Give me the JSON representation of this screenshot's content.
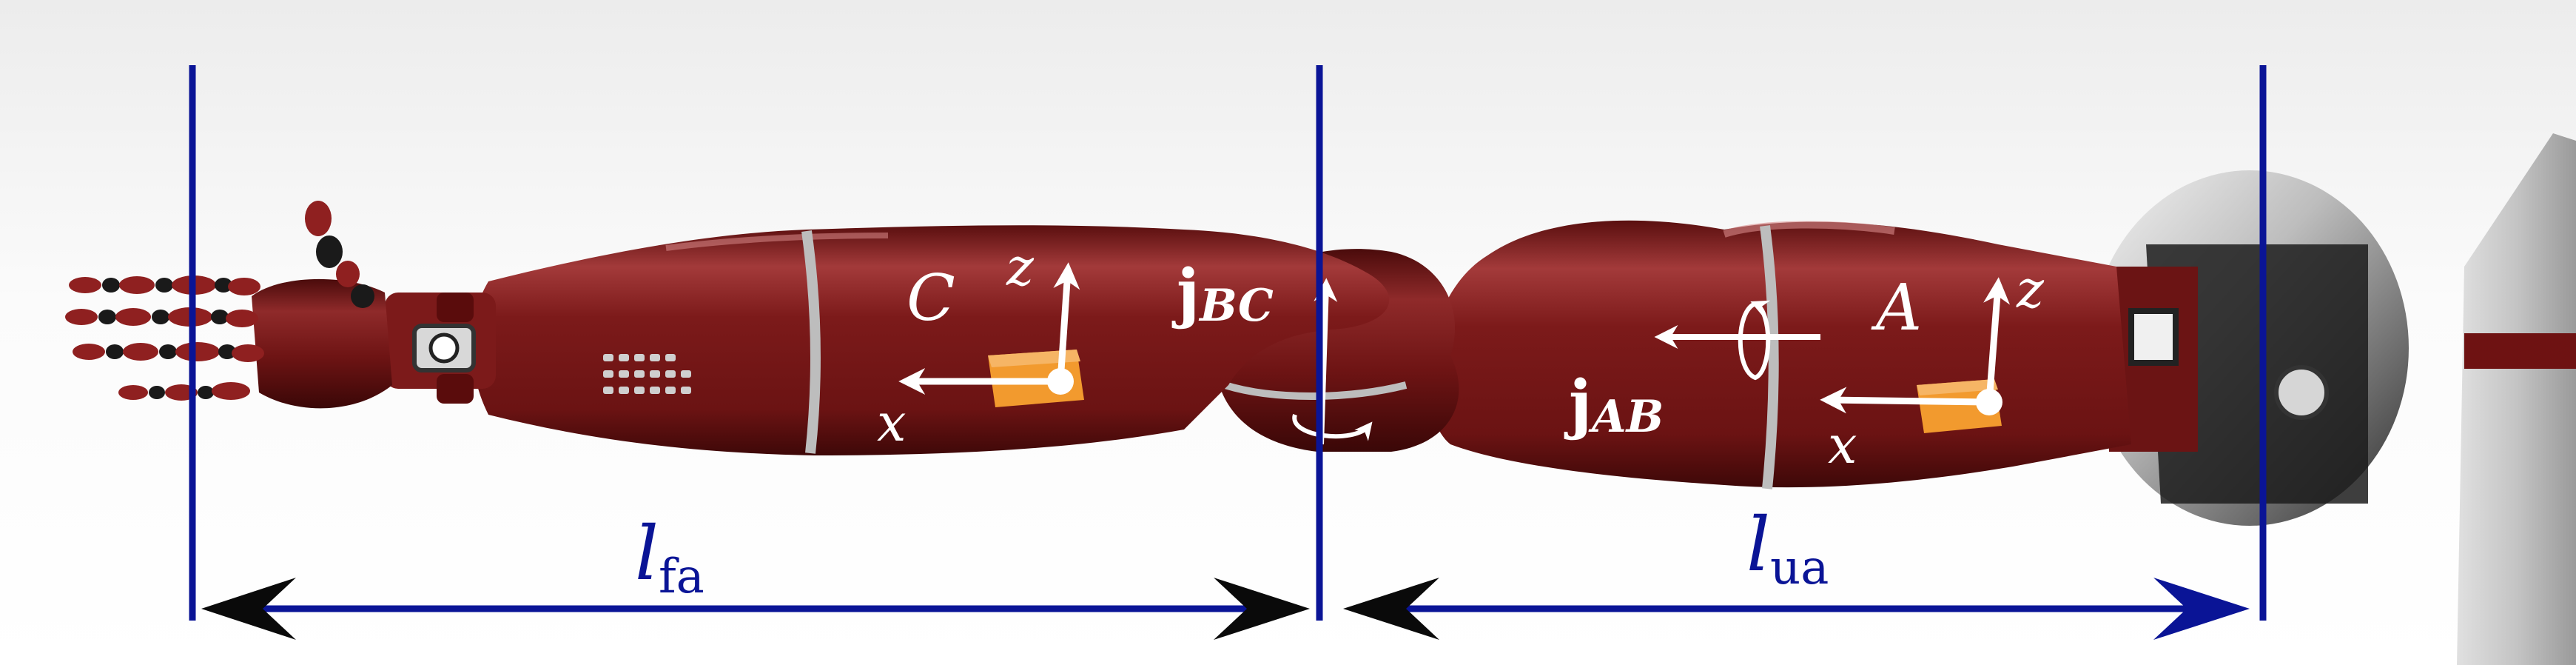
{
  "labels": {
    "frame_c": "C",
    "frame_a": "A",
    "axis_z": "z",
    "axis_x": "x",
    "joint_bc": "j",
    "joint_bc_sub": "BC",
    "joint_ab": "j",
    "joint_ab_sub": "AB",
    "forearm_len": "l",
    "forearm_len_sub": "fa",
    "upperarm_len": "l",
    "upperarm_len_sub": "ua"
  },
  "colors": {
    "arm": "#7a1616",
    "arm_dark": "#4d0b0b",
    "arm_light": "#b24a4a",
    "measure": "#0a1496",
    "frame_box": "#f29a2e",
    "metal": "#c9c9c9"
  }
}
